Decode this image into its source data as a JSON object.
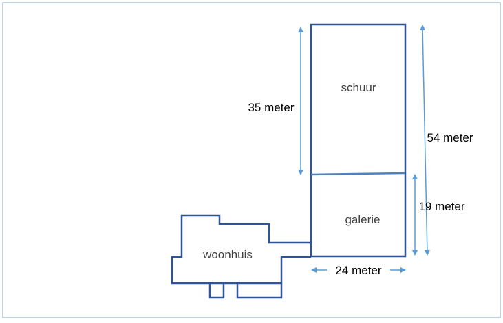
{
  "colors": {
    "frame": "#9ab3c9",
    "wall": "#2f5597",
    "divider": "#4f81bd",
    "dimension": "#5b9bd5",
    "label_building": "#404040",
    "label_dimension": "#000000"
  },
  "labels": {
    "schuur": "schuur",
    "galerie": "galerie",
    "woonhuis": "woonhuis"
  },
  "dimensions": {
    "schuur_height": "35 meter",
    "total_height": "54 meter",
    "galerie_height": "19 meter",
    "width": "24 meter"
  }
}
